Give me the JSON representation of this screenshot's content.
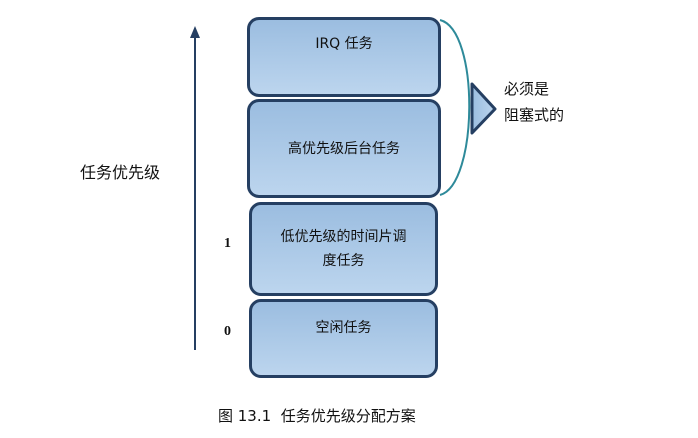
{
  "axis_label": "任务优先级",
  "levels": [
    "1",
    "0"
  ],
  "boxes": {
    "irq": "IRQ 任务",
    "high": "高优先级后台任务",
    "low_line1": "低优先级的时间片调",
    "low_line2": "度任务",
    "idle": "空闲任务"
  },
  "note": {
    "line1": "必须是",
    "line2": "阻塞式的"
  },
  "caption": "图 13.1  任务优先级分配方案"
}
